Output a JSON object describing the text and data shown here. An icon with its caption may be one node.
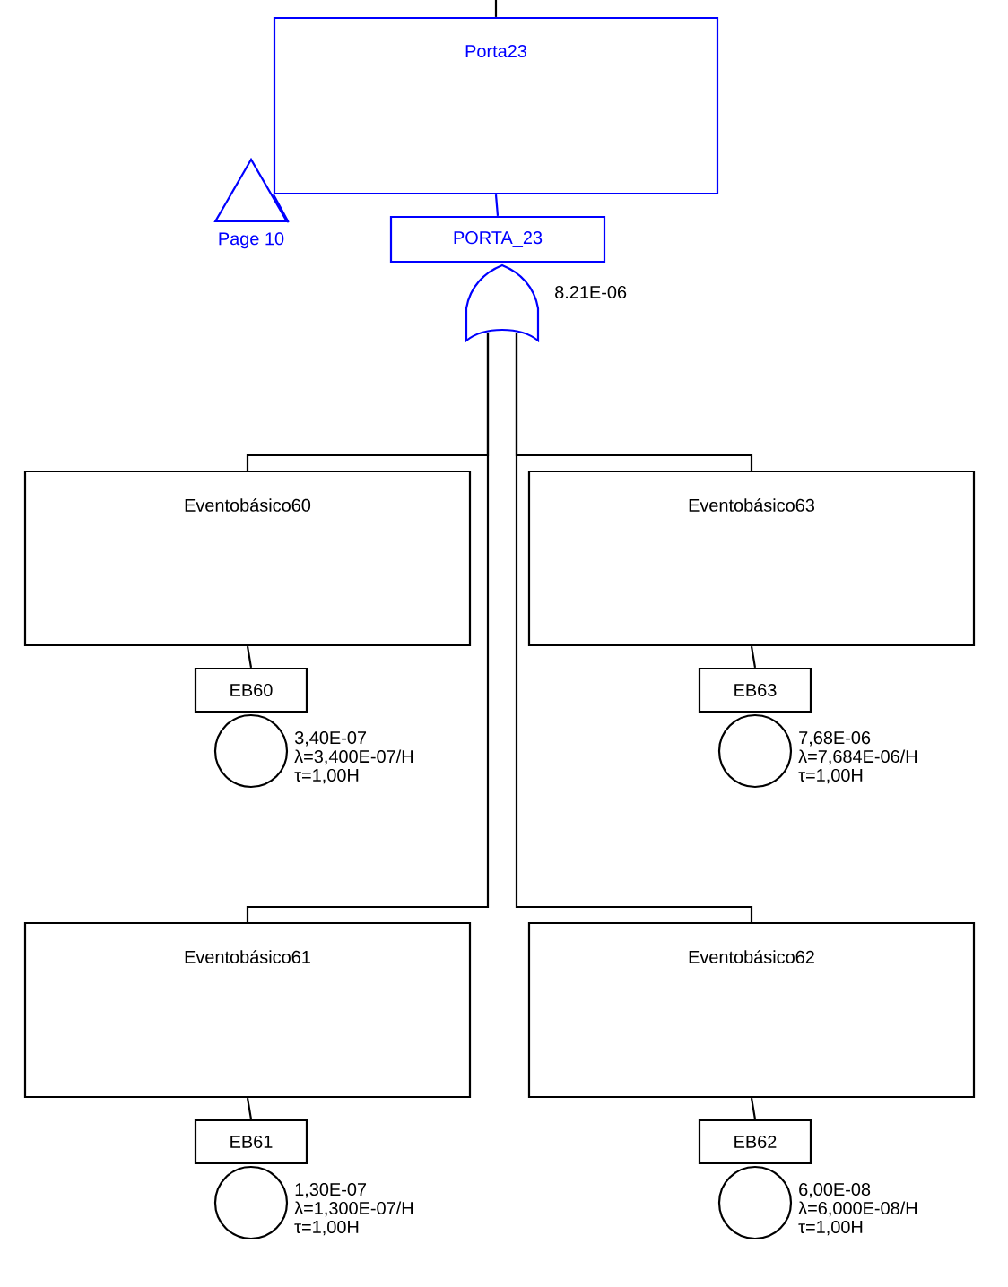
{
  "diagram": {
    "nodes": [
      {
        "text": [
          "Porta23"
        ]
      },
      {
        "text": [],
        "shape": "triangle",
        "beside": [
          "Page 10"
        ]
      },
      {
        "text": [
          "PORTA_23"
        ]
      },
      {
        "text": [],
        "shape": "gate",
        "beside": [
          "8.21E-06"
        ]
      },
      {
        "text": [
          "Eventobásico60"
        ]
      },
      {
        "text": [
          "EB60"
        ]
      },
      {
        "text": [],
        "shape": "circle",
        "beside": [
          "3,40E-07",
          "λ=3,400E-07/H",
          "τ=1,00H"
        ]
      },
      {
        "text": [
          "Eventobásico63"
        ]
      },
      {
        "text": [
          "EB63"
        ]
      },
      {
        "text": [],
        "shape": "circle",
        "beside": [
          "7,68E-06",
          "λ=7,684E-06/H",
          "τ=1,00H"
        ]
      },
      {
        "text": [
          "Eventobásico61"
        ]
      },
      {
        "text": [
          "EB61"
        ]
      },
      {
        "text": [],
        "shape": "circle",
        "beside": [
          "1,30E-07",
          "λ=1,300E-07/H",
          "τ=1,00H"
        ]
      },
      {
        "text": [
          "Eventobásico62"
        ]
      },
      {
        "text": [
          "EB62"
        ]
      },
      {
        "text": [],
        "shape": "circle",
        "beside": [
          "6,00E-08",
          "λ=6,000E-08/H",
          "τ=1,00H"
        ]
      }
    ],
    "edges": [
      {
        "from": null,
        "to": 0,
        "arrow": "none"
      },
      {
        "from": 1,
        "to": 0,
        "arrow": "none",
        "color": "#0000ff"
      },
      {
        "from": 0,
        "to": 2,
        "arrow": "none",
        "color": "#0000ff"
      },
      {
        "from": 3,
        "to": 4,
        "arrow": "none"
      },
      {
        "from": 3,
        "to": 7,
        "arrow": "none"
      },
      {
        "from": 3,
        "to": 10,
        "arrow": "none"
      },
      {
        "from": 3,
        "to": 13,
        "arrow": "none"
      },
      {
        "from": 4,
        "to": 5,
        "arrow": "none"
      },
      {
        "from": 7,
        "to": 8,
        "arrow": "none"
      },
      {
        "from": 10,
        "to": 11,
        "arrow": "none"
      },
      {
        "from": 13,
        "to": 14,
        "arrow": "none"
      }
    ]
  }
}
